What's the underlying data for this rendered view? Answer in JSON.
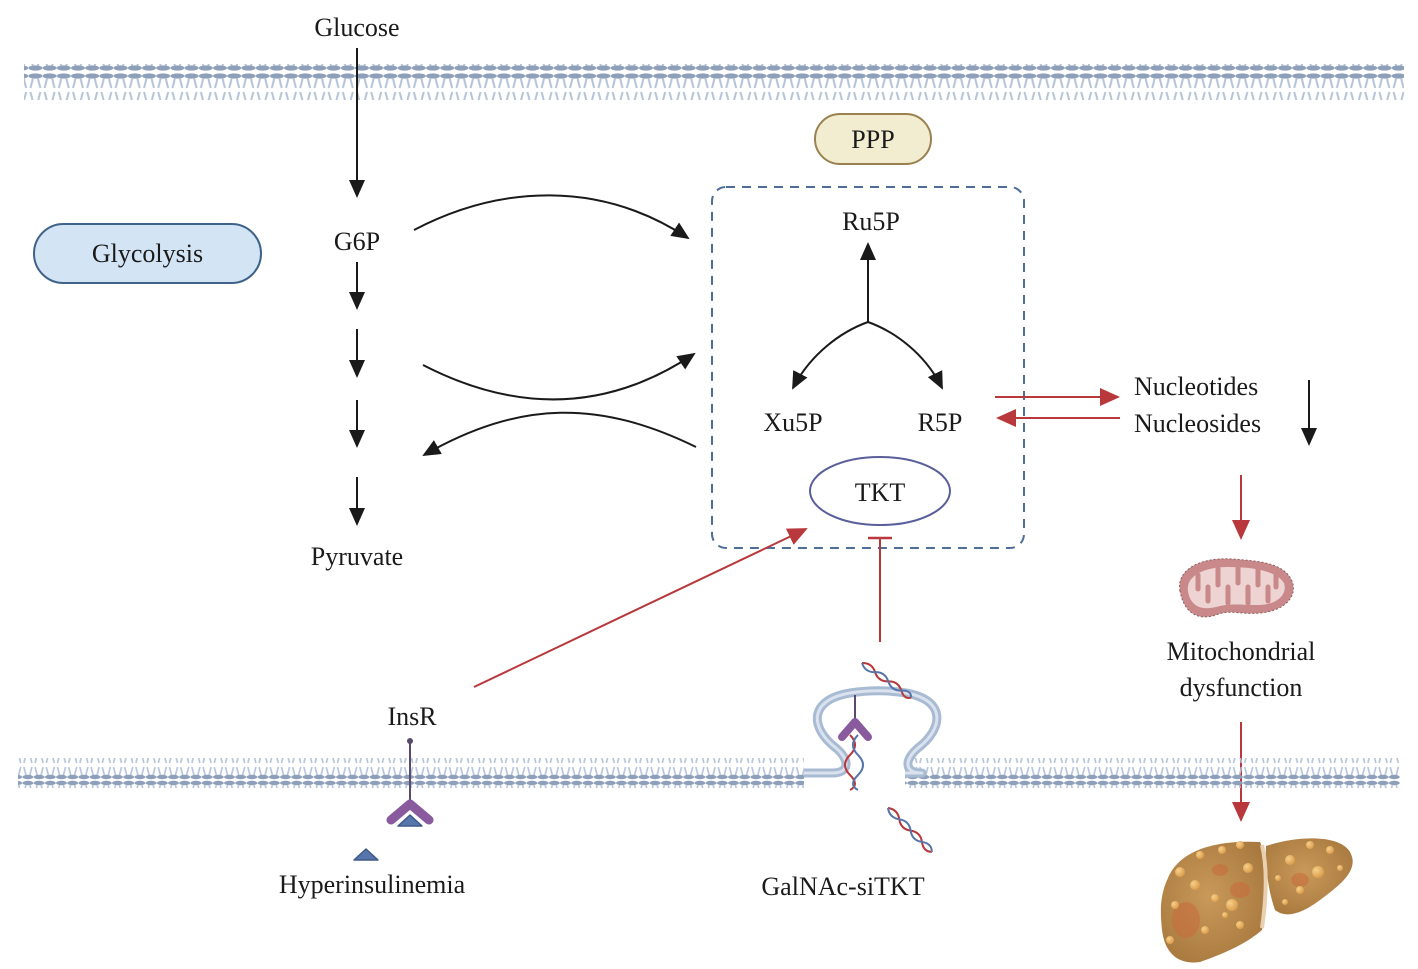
{
  "title": "Glycolysis, pentose phosphate pathway and TKT in hyperinsulinemia-driven liver injury",
  "colors": {
    "black_arrow": "#1a1a1a",
    "red_arrow": "#b8383b",
    "membrane": "#8e9fba",
    "membrane_tail": "#b5c3d8",
    "ppp_box_border": "#4e6e99",
    "glycolysis_fill": "#d3e4f5",
    "glycolysis_border": "#3f6288",
    "ppp_fill": "#f2ecd0",
    "ppp_border": "#9a8150",
    "tkt_border": "#5a5f9a",
    "receptor": "#8a5a9e",
    "insulin": "#5575ab"
  },
  "labels": {
    "glucose": "Glucose",
    "glycolysis": "Glycolysis",
    "g6p": "G6P",
    "pyruvate": "Pyruvate",
    "ppp": "PPP",
    "ru5p": "Ru5P",
    "xu5p": "Xu5P",
    "r5p": "R5P",
    "tkt": "TKT",
    "nucleotides": "Nucleotides",
    "nucleosides": "Nucleosides",
    "mitochondrial": "Mitochondrial",
    "dysfunction": "dysfunction",
    "insr": "InsR",
    "hyperinsulinemia": "Hyperinsulinemia",
    "galnac_sitkt": "GalNAc-siTKT"
  },
  "relations": [
    {
      "from": "Glucose",
      "to": "G6P",
      "type": "activation"
    },
    {
      "from": "G6P",
      "to": "PPP",
      "type": "activation"
    },
    {
      "from": "Glycolysis intermediate",
      "to": "PPP",
      "type": "activation"
    },
    {
      "from": "PPP",
      "to": "Glycolysis intermediate",
      "type": "activation"
    },
    {
      "from": "Ru5P",
      "to": "Xu5P",
      "type": "activation"
    },
    {
      "from": "Ru5P",
      "to": "R5P",
      "type": "activation"
    },
    {
      "from": "R5P",
      "to": "Nucleotides",
      "type": "activation"
    },
    {
      "from": "Nucleosides",
      "to": "R5P",
      "type": "activation"
    },
    {
      "from": "Nucleotides/Nucleosides",
      "to": "Mitochondrial dysfunction",
      "type": "activation"
    },
    {
      "from": "Mitochondrial dysfunction",
      "to": "Liver",
      "type": "activation"
    },
    {
      "from": "InsR",
      "to": "TKT",
      "type": "activation"
    },
    {
      "from": "GalNAc-siTKT",
      "to": "TKT",
      "type": "inhibition"
    }
  ],
  "indicators": {
    "nucleotides_nucleosides": "decrease"
  }
}
